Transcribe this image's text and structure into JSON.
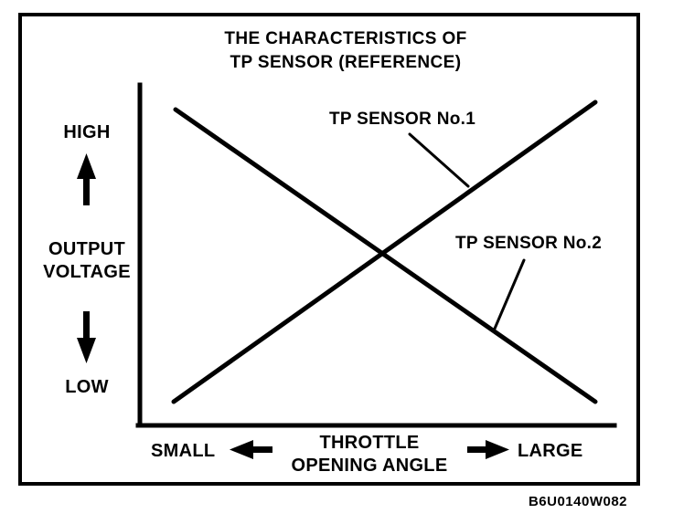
{
  "figure": {
    "title_line1": "THE CHARACTERISTICS OF",
    "title_line2": "TP SENSOR (REFERENCE)",
    "code": "B6U0140W082",
    "ink_color": "#000000",
    "background_color": "#ffffff"
  },
  "axes": {
    "y": {
      "top_label": "HIGH",
      "name_line1": "OUTPUT",
      "name_line2": "VOLTAGE",
      "bottom_label": "LOW",
      "up_arrow_icon": "arrow-up-icon",
      "down_arrow_icon": "arrow-down-icon"
    },
    "x": {
      "left_label": "SMALL",
      "name_line1": "THROTTLE",
      "name_line2": "OPENING ANGLE",
      "right_label": "LARGE",
      "left_arrow_icon": "arrow-left-icon",
      "right_arrow_icon": "arrow-right-icon"
    }
  },
  "series_labels": {
    "sensor1": "TP SENSOR No.1",
    "sensor2": "TP SENSOR No.2"
  },
  "chart_data": {
    "type": "line",
    "title": "THE CHARACTERISTICS OF TP SENSOR (REFERENCE)",
    "xlabel": "THROTTLE OPENING ANGLE",
    "ylabel": "OUTPUT VOLTAGE",
    "xlim": [
      0,
      100
    ],
    "ylim": [
      0,
      100
    ],
    "grid": false,
    "legend": "inline-annotations",
    "xtick_labels": [
      "SMALL",
      "LARGE"
    ],
    "ytick_labels": [
      "LOW",
      "HIGH"
    ],
    "x": [
      0,
      100
    ],
    "series": [
      {
        "name": "TP SENSOR No.1",
        "values": [
          7,
          93
        ],
        "trend": "increasing",
        "label_anchor_x": 78,
        "label_anchor_y": 73
      },
      {
        "name": "TP SENSOR No.2",
        "values": [
          93,
          7
        ],
        "trend": "decreasing",
        "label_anchor_x": 74,
        "label_anchor_y": 27
      }
    ],
    "intersection": {
      "x": 50,
      "y": 50
    }
  }
}
